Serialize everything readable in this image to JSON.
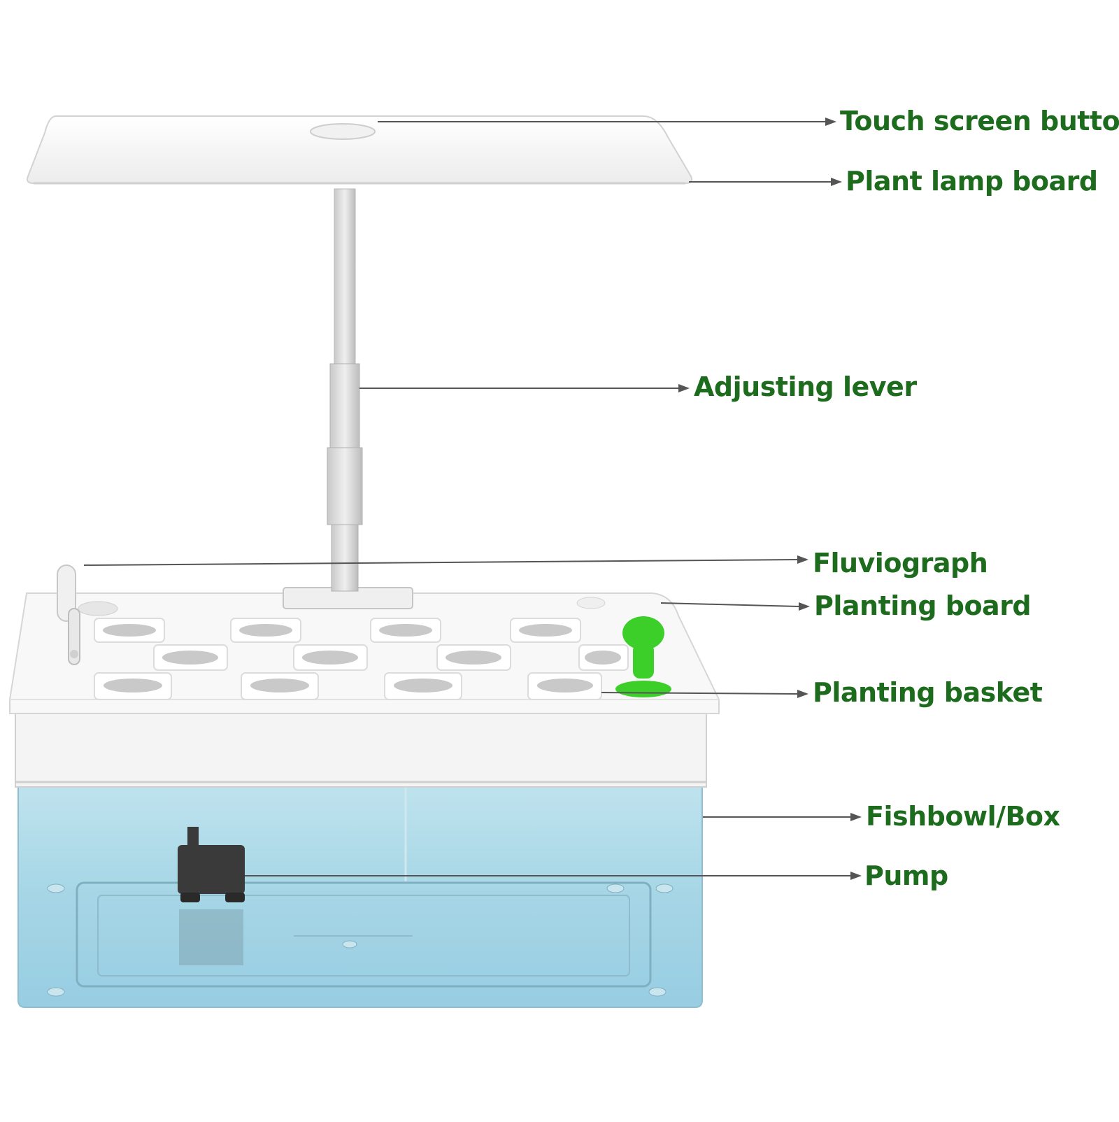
{
  "labels": {
    "touch_screen_button": "Touch screen button",
    "plant_lamp_board": "Plant lamp board",
    "adjusting_lever": "Adjusting lever",
    "fluviograph": "Fluviograph",
    "planting_board": "Planting board",
    "planting_basket": "Planting basket",
    "fishbowl_box": "Fishbowl/Box",
    "pump": "Pump"
  },
  "colors": {
    "label_text": "#1d6b1d",
    "leader_line": "#555555",
    "water": "#a9d8e6",
    "plastic": "#f7f7f7",
    "plant_figure": "#3ccf2a",
    "pump_body": "#3a3a3a"
  }
}
